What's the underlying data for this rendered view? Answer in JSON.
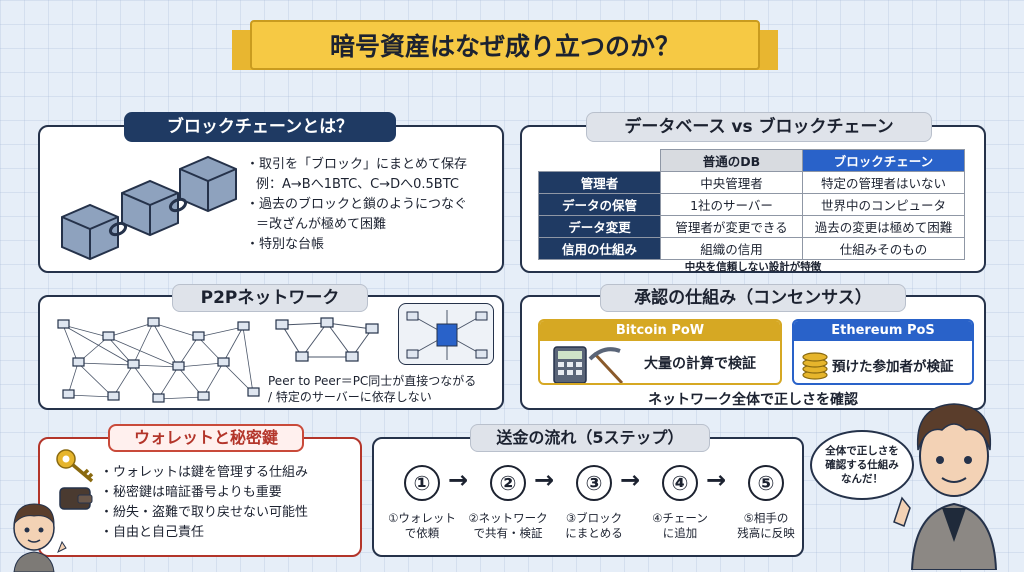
{
  "title": "暗号資産はなぜ成り立つのか？",
  "blockchain": {
    "heading": "ブロックチェーンとは？",
    "bullets": [
      "・取引を「ブロック」にまとめて保存",
      "例：A→Bへ1BTC、C→Dへ0.5BTC",
      "・過去のブロックと鎖のようにつなぐ",
      "＝改ざんが極めて困難",
      "・特別な台帳"
    ]
  },
  "comparison": {
    "heading": "データベース vs ブロックチェーン",
    "columns": [
      "",
      "普通のDB",
      "ブロックチェーン"
    ],
    "rows": [
      [
        "管理者",
        "中央管理者",
        "特定の管理者はいない"
      ],
      [
        "データの保管",
        "1社のサーバー",
        "世界中のコンピュータ"
      ],
      [
        "データ変更",
        "管理者が変更できる",
        "過去の変更は極めて困難"
      ],
      [
        "信用の仕組み",
        "組織の信用",
        "仕組みそのもの"
      ]
    ],
    "note": "中央を信頼しない設計が特徴"
  },
  "p2p": {
    "heading": "P2Pネットワーク",
    "caption_line1": "Peer to Peer＝PC同士が直接つながる",
    "caption_line2": "/ 特定のサーバーに依存しない"
  },
  "consensus": {
    "heading": "承認の仕組み（コンセンサス）",
    "pow_title": "Bitcoin PoW",
    "pow_text": "大量の計算で検証",
    "pos_title": "Ethereum PoS",
    "pos_text": "預けた参加者が検証",
    "footer": "ネットワーク全体で正しさを確認",
    "colors": {
      "pow": "#d6a823",
      "pos": "#2962c9"
    }
  },
  "wallet": {
    "heading": "ウォレットと秘密鍵",
    "bullets": [
      "・ウォレットは鍵を管理する仕組み",
      "・秘密鍵は暗証番号よりも重要",
      "・紛失・盗難で取り戻せない可能性",
      "・自由と自己責任"
    ]
  },
  "transfer": {
    "heading": "送金の流れ（5ステップ）",
    "steps": [
      {
        "num": "①",
        "line1": "①ウォレット",
        "line2": "で依頼"
      },
      {
        "num": "②",
        "line1": "②ネットワーク",
        "line2": "で共有・検証"
      },
      {
        "num": "③",
        "line1": "③ブロック",
        "line2": "にまとめる"
      },
      {
        "num": "④",
        "line1": "④チェーン",
        "line2": "に追加"
      },
      {
        "num": "⑤",
        "line1": "⑤相手の",
        "line2": "残高に反映"
      }
    ],
    "arrow": "→"
  },
  "speech": "全体で正しさを確認する仕組みなんだ！"
}
